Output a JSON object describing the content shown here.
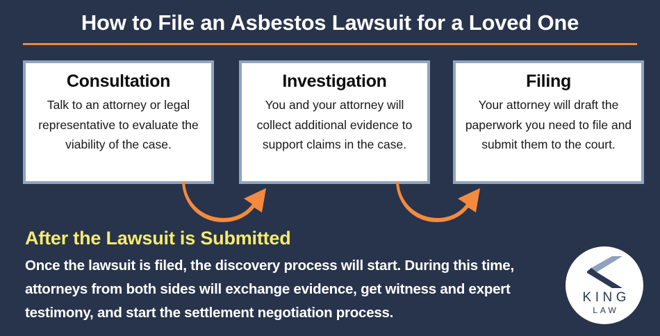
{
  "colors": {
    "background": "#28344b",
    "accent_orange": "#f08a3c",
    "accent_yellow": "#f7ea72",
    "card_border": "#8fa5c0",
    "card_fill": "#ffffff",
    "text_light": "#ffffff",
    "logo_chevron_light": "#8da2bc",
    "logo_chevron_dark": "#2b3a52"
  },
  "header": {
    "title": "How to File an Asbestos Lawsuit for a Loved One"
  },
  "steps": [
    {
      "title": "Consultation",
      "body": "Talk to an attorney or legal representative to evaluate the viability of the case."
    },
    {
      "title": "Investigation",
      "body": "You and your attorney will collect additional evidence to support claims in the case."
    },
    {
      "title": "Filing",
      "body": "Your attorney will draft the paperwork you need to file and submit them to the court."
    }
  ],
  "connectors": [
    {
      "icon": "curved-arrow-right-icon"
    },
    {
      "icon": "curved-arrow-right-icon"
    }
  ],
  "footer": {
    "subheading": "After the Lawsuit is Submitted",
    "paragraph": "Once the lawsuit is filed, the discovery process will start. During this time, attorneys from both sides will exchange evidence, get witness and expert testimony, and start the settlement negotiation process."
  },
  "logo": {
    "mark": "chevron-left-icon",
    "line1": "KING",
    "line2": "LAW"
  }
}
